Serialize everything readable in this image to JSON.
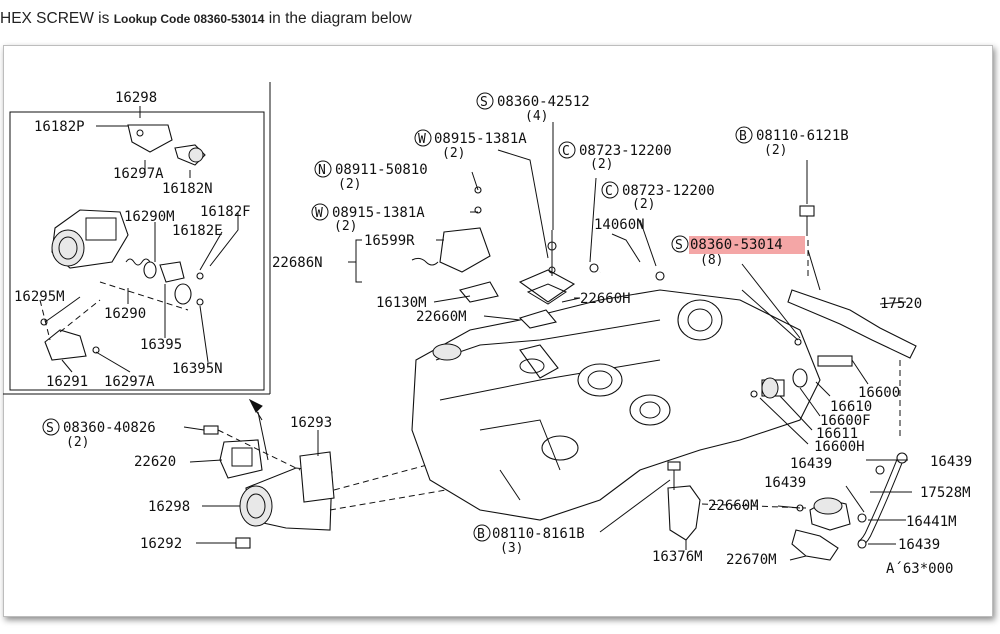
{
  "header": {
    "prefix": "HEX SCREW is ",
    "lookup": "Lookup Code 08360-53014",
    "suffix": " in the diagram below"
  },
  "highlight_color": "#f4a6a6",
  "labels": {
    "s42512": "08360-42512",
    "s42512_qty": "(4)",
    "w1381a_top": "08915-1381A",
    "w1381a_top_qty": "(2)",
    "c12200_a": "08723-12200",
    "c12200_a_qty": "(2)",
    "b6121b": "08110-6121B",
    "b6121b_qty": "(2)",
    "n50810": "08911-50810",
    "n50810_qty": "(2)",
    "c12200_b": "08723-12200",
    "c12200_b_qty": "(2)",
    "w1381a": "08915-1381A",
    "w1381a_qty": "(2)",
    "p14060n": "14060N",
    "s53014": "08360-53014",
    "s53014_qty": "(8)",
    "p16599r": "16599R",
    "p22686n": "22686N",
    "p16130m": "16130M",
    "p22660h": "22660H",
    "p22660m_a": "22660M",
    "p17520": "17520",
    "p16600": "16600",
    "p16610": "16610",
    "p16600f": "16600F",
    "p16611": "16611",
    "p16600h": "16600H",
    "p16439_a": "16439",
    "p16439_b": "16439",
    "p16439_c": "16439",
    "p16439_d": "16439",
    "p17528m": "17528M",
    "p22660m_b": "22660M",
    "p16441m": "16441M",
    "b8161b": "08110-8161B",
    "b8161b_qty": "(3)",
    "p16376m": "16376M",
    "p22670m": "22670M",
    "code": "A´63*000",
    "s40826": "08360-40826",
    "s40826_qty": "(2)",
    "p22620": "22620",
    "p16293": "16293",
    "p16298": "16298",
    "p16292": "16292",
    "inset_16298": "16298",
    "inset_16182p": "16182P",
    "inset_16297a": "16297A",
    "inset_16182n": "16182N",
    "inset_16290m": "16290M",
    "inset_16182f": "16182F",
    "inset_16182e": "16182E",
    "inset_16295m": "16295M",
    "inset_16290": "16290",
    "inset_16395": "16395",
    "inset_16395n": "16395N",
    "inset_16291": "16291",
    "inset_16297a_b": "16297A"
  },
  "circle_letters": {
    "s": "S",
    "w": "W",
    "c": "C",
    "b": "B",
    "n": "N"
  }
}
